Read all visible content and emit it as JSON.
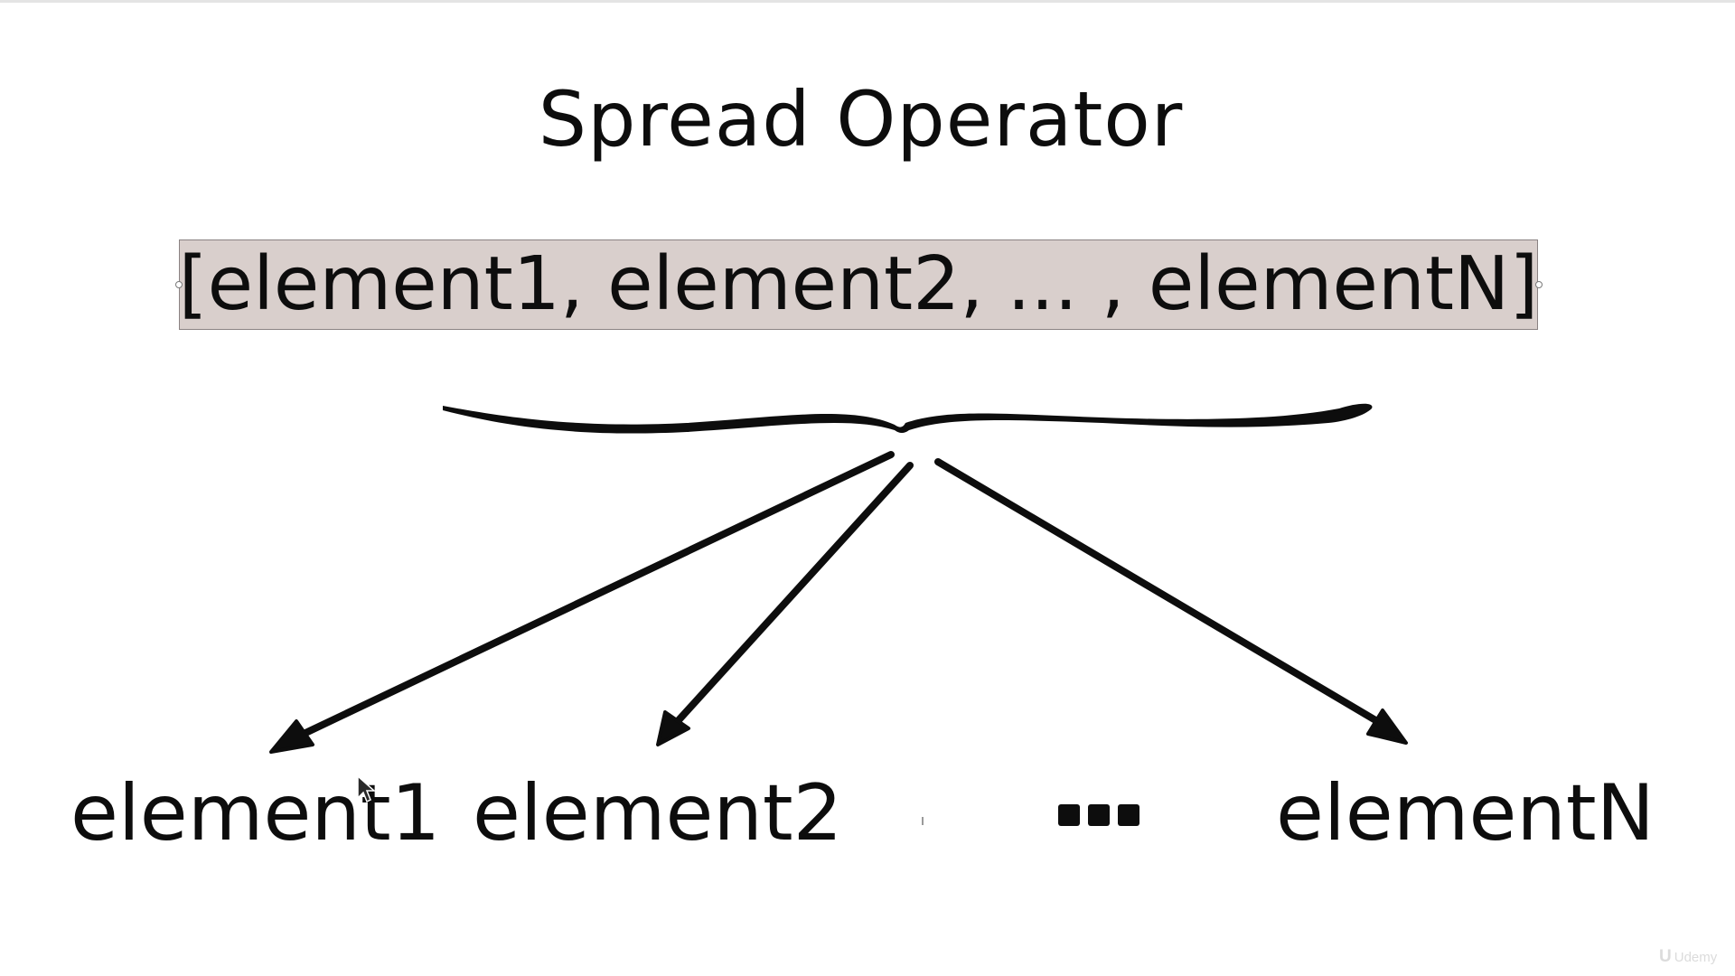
{
  "slide": {
    "title": "Spread Operator",
    "array_literal": "[element1, element2, ... , elementN]",
    "outputs": {
      "first": "element1",
      "second": "element2",
      "last": "elementN"
    },
    "ellipsis_icon": "three-dots-icon",
    "watermark": {
      "logo_mark": "U",
      "brand": "Udemy"
    }
  },
  "colors": {
    "background": "#ffffff",
    "ink": "#0d0d0d",
    "highlight": "#d9cfcc",
    "highlight_border": "#8a8282"
  },
  "icons": {
    "brace": "curly-brace-icon",
    "arrow": "arrow-icon",
    "cursor": "mouse-cursor-icon"
  }
}
